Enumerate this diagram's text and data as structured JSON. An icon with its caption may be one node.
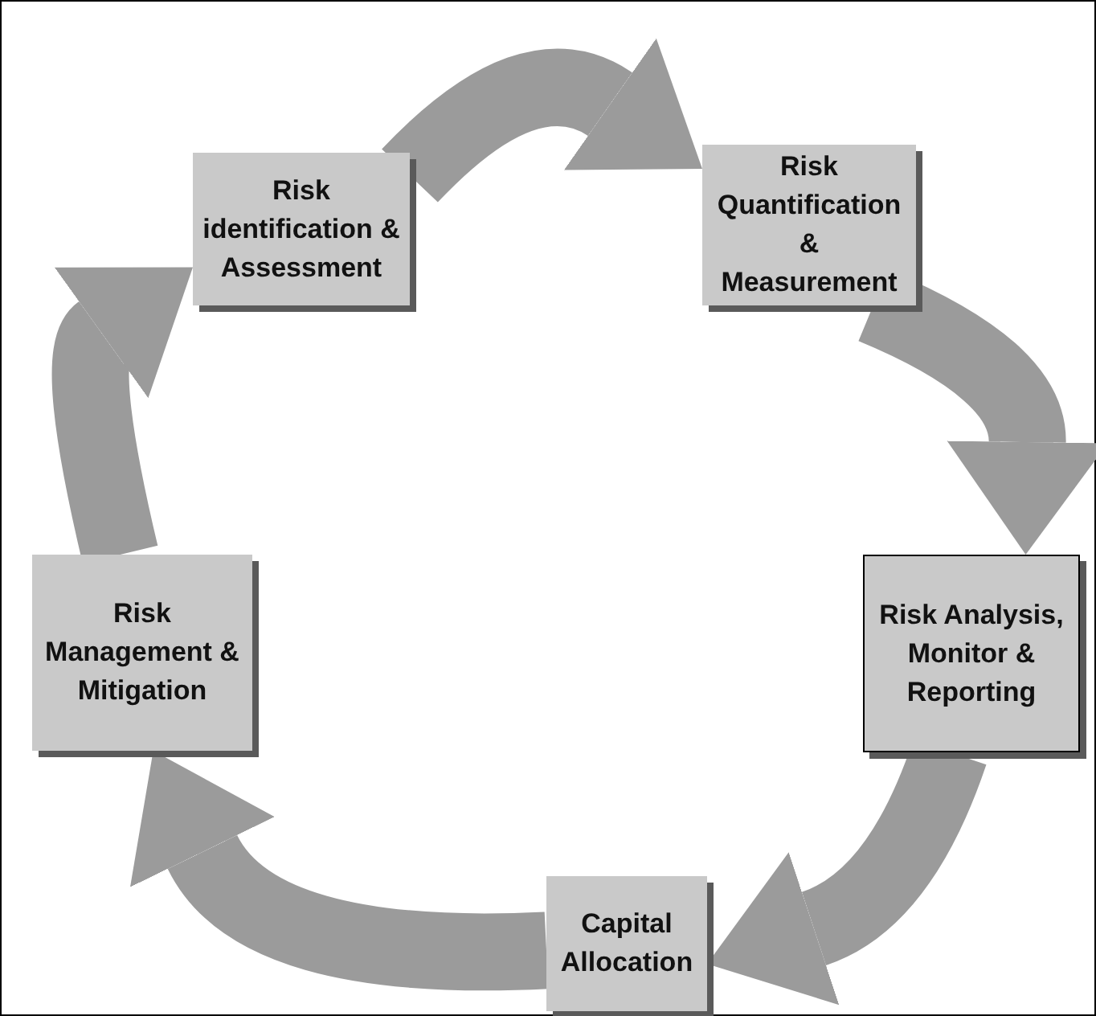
{
  "diagram": {
    "nodes": [
      {
        "text": [
          "Risk identification & Assessment"
        ]
      },
      {
        "text": [
          "Risk Quantification & Measurement"
        ]
      },
      {
        "text": [
          "Risk Analysis, Monitor & Reporting"
        ]
      },
      {
        "text": [
          "Capital Allocation"
        ]
      },
      {
        "text": [
          "Risk Management & Mitigation"
        ]
      }
    ],
    "edges": [
      {
        "from": 0,
        "to": 1,
        "arrow": "to"
      },
      {
        "from": 1,
        "to": 2,
        "arrow": "to"
      },
      {
        "from": 2,
        "to": 3,
        "arrow": "to"
      },
      {
        "from": 3,
        "to": 4,
        "arrow": "to"
      },
      {
        "from": 4,
        "to": 0,
        "arrow": "to"
      }
    ]
  }
}
